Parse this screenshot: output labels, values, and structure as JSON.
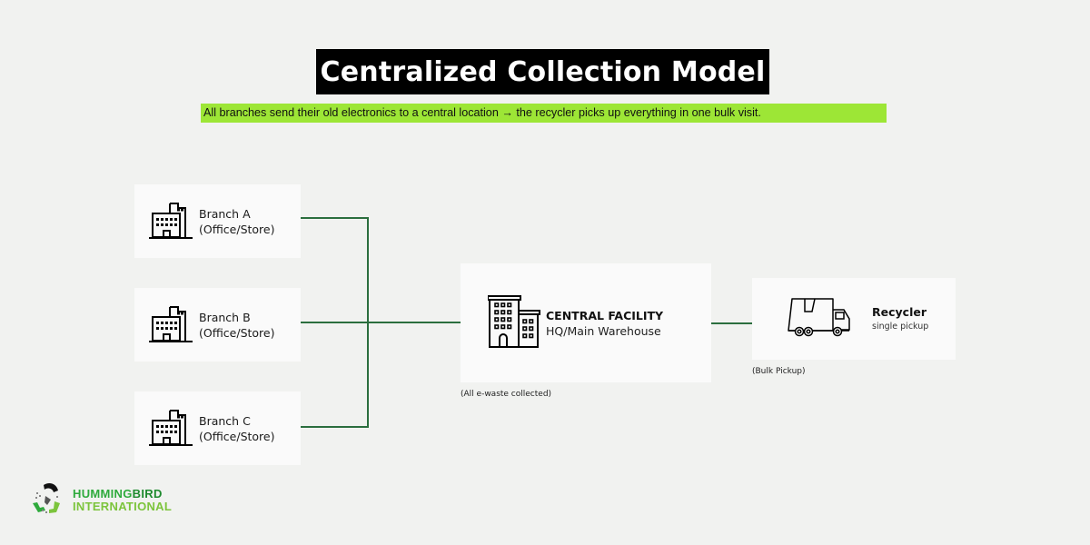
{
  "header": {
    "title": "Centralized Collection Model",
    "subtitle": "All branches send their old electronics to a central location → the recycler picks up everything in one bulk visit."
  },
  "colors": {
    "title_bg": "#000000",
    "subtitle_highlight": "#9de636",
    "connector": "#2b6e3e",
    "card_bg": "#fafafa",
    "page_bg": "#f1f2f0"
  },
  "branches": [
    {
      "name": "Branch A",
      "type": "(Office/Store)",
      "icon": "office-building-icon"
    },
    {
      "name": "Branch B",
      "type": "(Office/Store)",
      "icon": "office-building-icon"
    },
    {
      "name": "Branch C",
      "type": "(Office/Store)",
      "icon": "office-building-icon"
    }
  ],
  "central": {
    "name": "CENTRAL FACILITY",
    "sub": "HQ/Main Warehouse",
    "note": "(All e-waste collected)",
    "icon": "headquarters-building-icon"
  },
  "recycler": {
    "name": "Recycler",
    "sub": "single pickup",
    "note": "(Bulk Pickup)",
    "icon": "delivery-truck-icon"
  },
  "logo": {
    "line1_a": "HUMMING",
    "line1_b": "BIRD",
    "line2": "INTERNATIONAL"
  }
}
